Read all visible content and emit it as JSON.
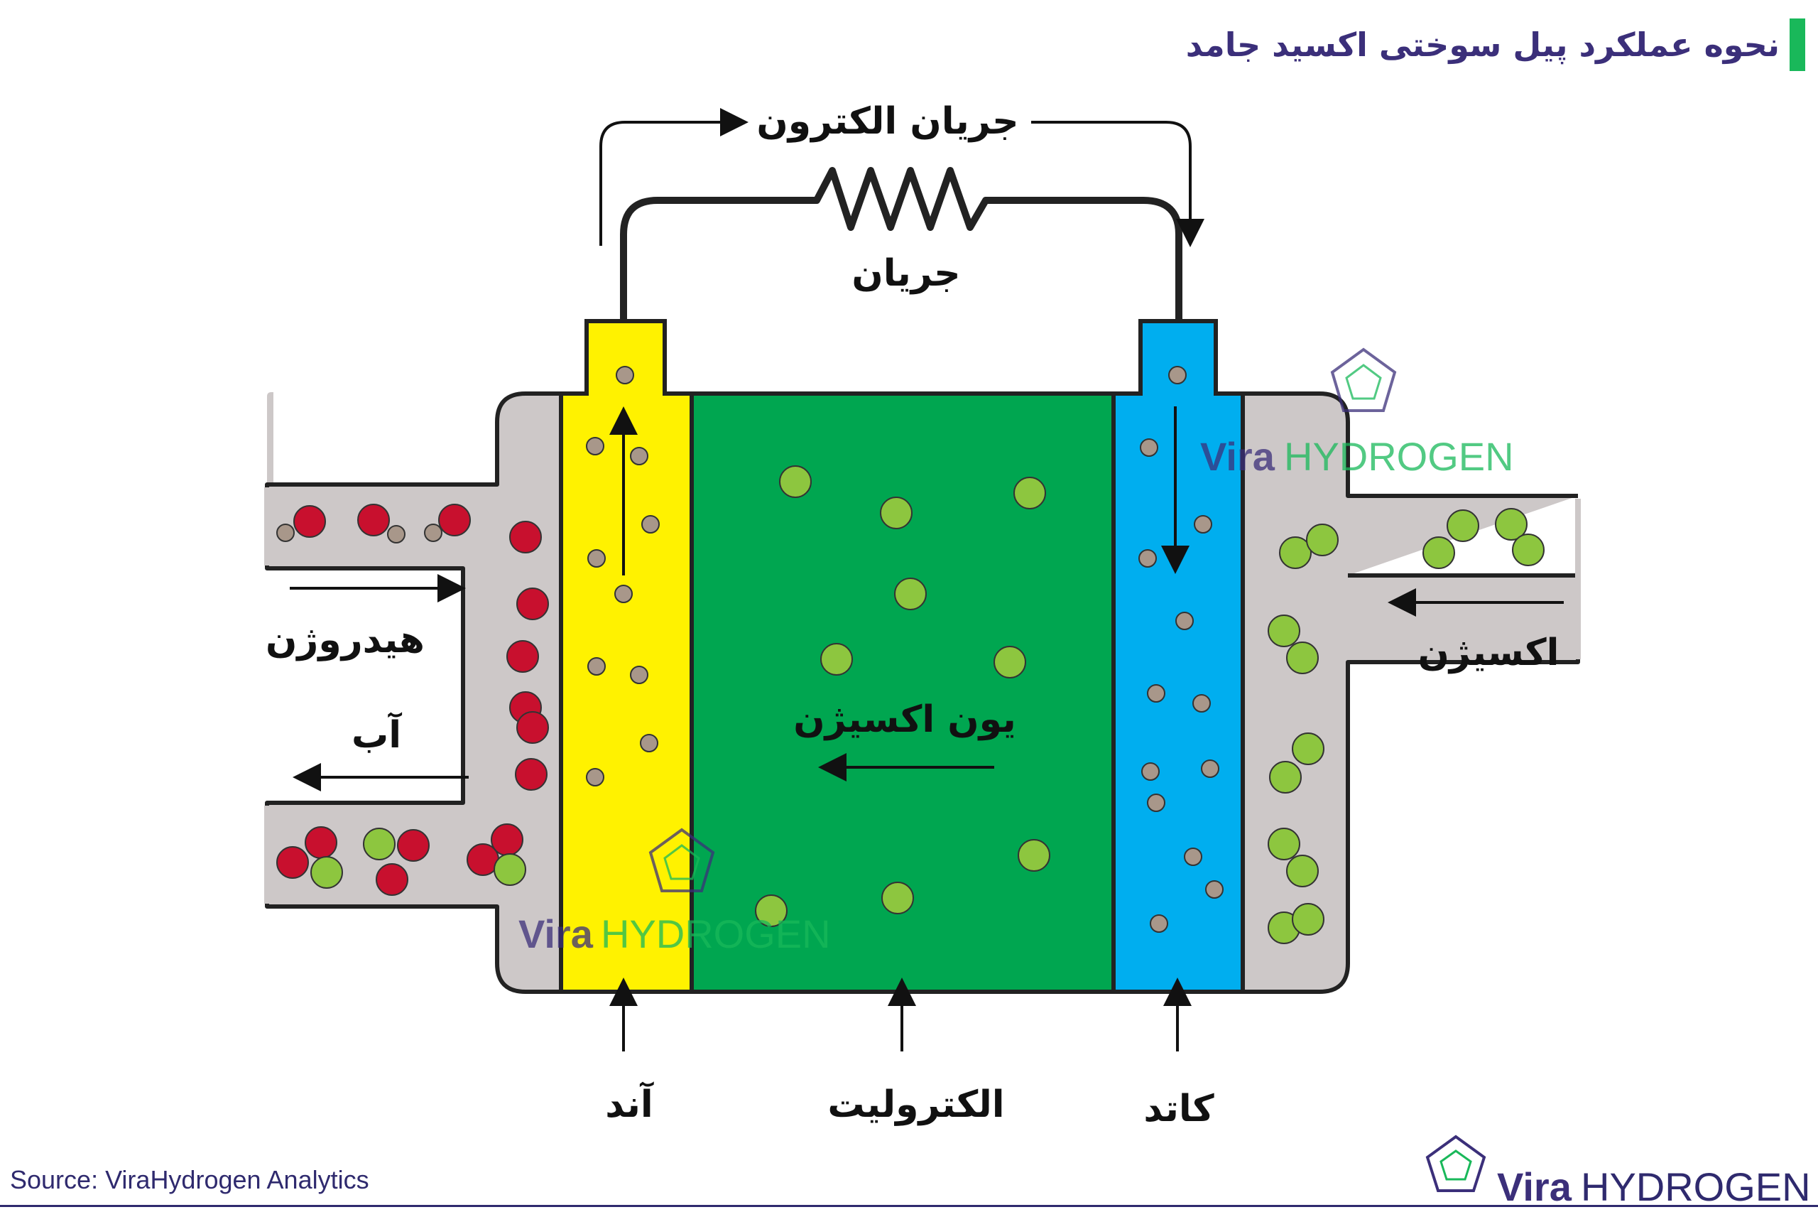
{
  "title": "نحوه عملکرد پیل سوختی اکسید جامد",
  "labels": {
    "electron_flow": "جریان الکترون",
    "current": "جریان",
    "hydrogen": "هیدروژن",
    "water": "آب",
    "oxygen": "اکسیژن",
    "oxygen_ion": "یون اکسیژن",
    "anode": "آند",
    "electrolyte": "الکترولیت",
    "cathode": "کاتد"
  },
  "watermark": {
    "brand_left": "Vira",
    "brand_right": "HYDROGEN"
  },
  "logo": {
    "brand_left": "Vira",
    "brand_right": "HYDROGEN"
  },
  "source": "Source: ViraHydrogen Analytics",
  "colors": {
    "anode": "#fff200",
    "electrolyte": "#00a650",
    "cathode": "#00aeef",
    "housing": "#cdc8c8",
    "hydrogen_atom": "#c8102e",
    "oxygen_atom": "#8dc63f",
    "electron": "#a8978a",
    "title": "#3b2f7a",
    "accent": "#19b85a"
  }
}
